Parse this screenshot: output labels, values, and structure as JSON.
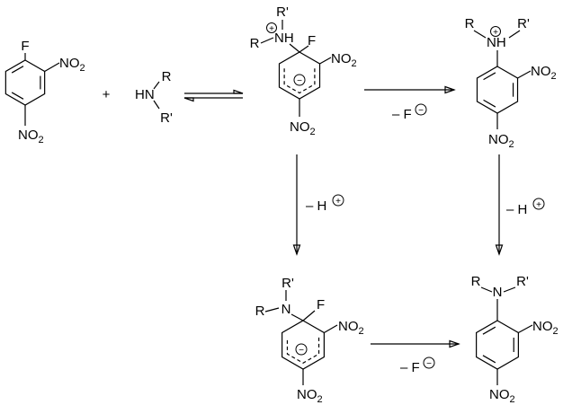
{
  "atoms": {
    "F": "F",
    "N": "N",
    "NH": "NH",
    "HN": "HN",
    "R": "R",
    "Rp": "R'",
    "NO": "NO",
    "sub2": "2"
  },
  "operators": {
    "plus": "+"
  },
  "conditions": {
    "minus_F": "– F",
    "minus_H": "– H"
  },
  "charges": {
    "plus": "+",
    "minus": "−"
  }
}
